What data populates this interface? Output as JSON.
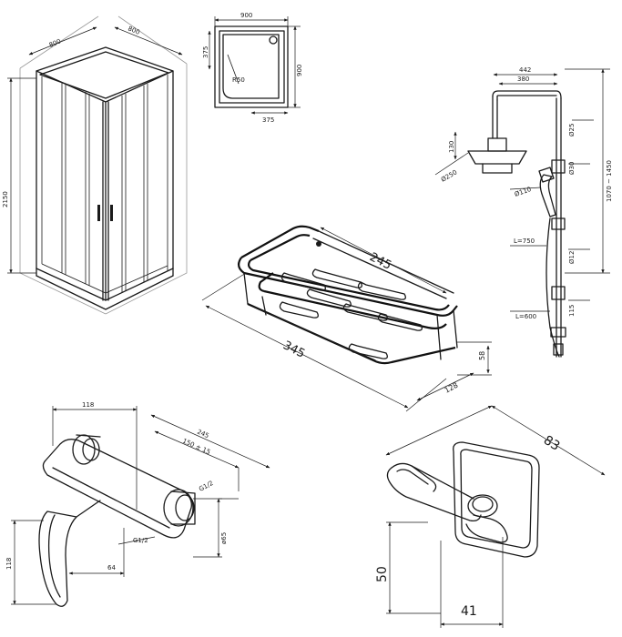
{
  "cabin": {
    "dim_height": "2150",
    "dim_top_left": "800",
    "dim_top_right": "800"
  },
  "tray": {
    "dim_top": "900",
    "dim_right": "900",
    "dim_left": "375",
    "dim_bottom": "375",
    "dim_radius": "R50"
  },
  "shower_system": {
    "dim_arm_outer": "442",
    "dim_arm_inner": "380",
    "dim_height": "1070 ~ 1450",
    "dim_head_height": "130",
    "dim_head_diameter": "Ø250",
    "dim_offset": "Ø25",
    "dim_holder": "Ø30",
    "dim_handshower": "Ø110",
    "dim_bar_length": "L=750",
    "dim_bar_d": "Ø12",
    "dim_valve": "115",
    "dim_hose": "L=600"
  },
  "shelf": {
    "dim_length_top": "245",
    "dim_length_bottom": "345",
    "dim_height": "58",
    "dim_depth": "128"
  },
  "mixer": {
    "dim_depth": "118",
    "dim_spacing": "245",
    "dim_spacing_range": "150 ± 15",
    "dim_inlet": "G1/2",
    "dim_outlet": "G1/2",
    "dim_flange": "ø65",
    "dim_height": "118",
    "dim_offset": "64"
  },
  "hook": {
    "dim_length": "83",
    "dim_height": "50",
    "dim_width": "41"
  }
}
